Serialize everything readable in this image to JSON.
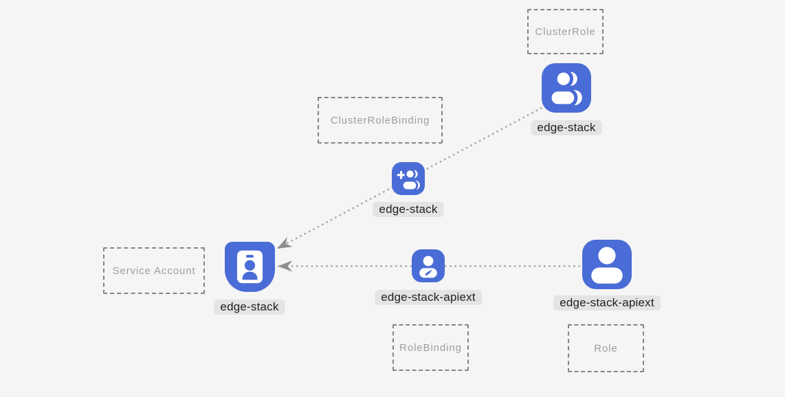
{
  "diagram_title": "kubernetes-rbac-diagram",
  "colors": {
    "background": "#f4f5f4",
    "node_blue": "#4a6cd6",
    "glyph_white": "#ffffff",
    "label_pill_bg": "#e3e4e3",
    "label_pill_text": "#1f1f1f",
    "dashed_box_border": "#848484",
    "dashed_box_text": "#9e9e9e",
    "connector_dots": "#a7a7a7",
    "arrowhead": "#8d8d8d"
  },
  "nodes": {
    "cluster_role": {
      "box_label": "ClusterRole",
      "icon": "users-icon",
      "name": "edge-stack"
    },
    "cluster_role_binding": {
      "box_label": "ClusterRoleBinding",
      "icon": "user-add-icon",
      "name": "edge-stack"
    },
    "service_account": {
      "box_label": "Service Account",
      "icon": "id-badge-icon",
      "name": "edge-stack"
    },
    "role_binding": {
      "box_label": "RoleBinding",
      "icon": "user-edit-icon",
      "name": "edge-stack-apiext"
    },
    "role": {
      "box_label": "Role",
      "icon": "user-icon",
      "name": "edge-stack-apiext"
    }
  },
  "connectors": [
    {
      "from": "cluster_role_binding_icon",
      "to": "service_account_icon",
      "style": "dotted",
      "arrow": "left"
    },
    {
      "from": "role_icon_via_role_binding_icon",
      "to": "service_account_icon",
      "style": "dotted",
      "arrow": "left"
    }
  ]
}
